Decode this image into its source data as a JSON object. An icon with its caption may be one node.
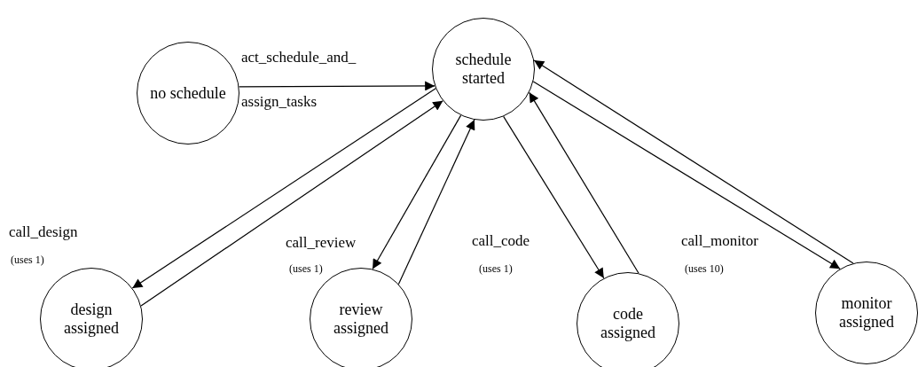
{
  "diagram": {
    "nodes": [
      {
        "text": [
          "no schedule"
        ]
      },
      {
        "text": [
          "schedule started"
        ]
      },
      {
        "text": [
          "design assigned"
        ]
      },
      {
        "text": [
          "review assigned"
        ]
      },
      {
        "text": [
          "code assigned"
        ]
      },
      {
        "text": [
          "monitor assigned"
        ]
      }
    ],
    "edges": [
      {
        "from": 0,
        "to": 1,
        "arrow": "to",
        "label": "act_schedule_and_ assign_tasks"
      },
      {
        "from": 1,
        "to": 2,
        "arrow": "to",
        "label": "call_design"
      },
      {
        "from": 2,
        "to": 1,
        "arrow": "to"
      },
      {
        "from": 1,
        "to": 3,
        "arrow": "to",
        "label": "call_review"
      },
      {
        "from": 3,
        "to": 1,
        "arrow": "to"
      },
      {
        "from": 1,
        "to": 4,
        "arrow": "to",
        "label": "call_code"
      },
      {
        "from": 4,
        "to": 1,
        "arrow": "to"
      },
      {
        "from": 1,
        "to": 5,
        "arrow": "to",
        "label": "call_monitor"
      },
      {
        "from": 5,
        "to": 1,
        "arrow": "to"
      }
    ],
    "labels": [
      "(uses 1)",
      "(uses 1)",
      "(uses 1)",
      "(uses 10)"
    ]
  }
}
